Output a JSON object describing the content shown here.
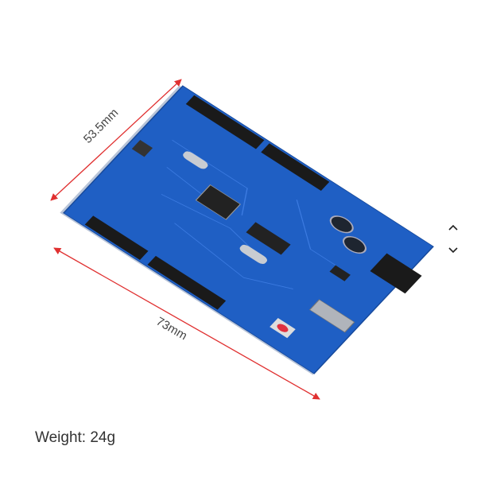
{
  "product": {
    "dimension_width": "53.5mm",
    "dimension_length": "73mm",
    "weight_label": "Weight:",
    "weight_value": "24g"
  },
  "nav": {
    "up_icon": "chevron-up-icon",
    "down_icon": "chevron-down-icon"
  },
  "colors": {
    "board": "#1f5fc4",
    "dimension_line": "#e03030",
    "header": "#1a1a1a"
  }
}
